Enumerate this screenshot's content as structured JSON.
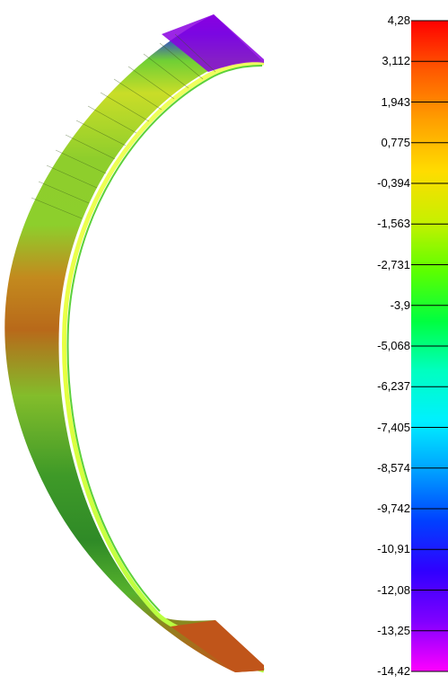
{
  "colorbar": {
    "labels": [
      "4,28",
      "3,112",
      "1,943",
      "0,775",
      "-0,394",
      "-1,563",
      "-2,731",
      "-3,9",
      "-5,068",
      "-6,237",
      "-7,405",
      "-8,574",
      "-9,742",
      "-10,91",
      "-12,08",
      "-13,25",
      "-14,42"
    ],
    "max": 4.28,
    "min": -14.42,
    "colors": [
      "#ff0000",
      "#ff5a00",
      "#ffa000",
      "#ffdc00",
      "#c8f000",
      "#5cff00",
      "#00ff40",
      "#00ffc0",
      "#00f0ff",
      "#00a0ff",
      "#0040ff",
      "#3000ff",
      "#8000ff",
      "#ff00ff"
    ]
  },
  "structure": {
    "description_colors": {
      "high": "#b86a10",
      "mid": "#7cc629",
      "low": "#8a00e0"
    }
  }
}
